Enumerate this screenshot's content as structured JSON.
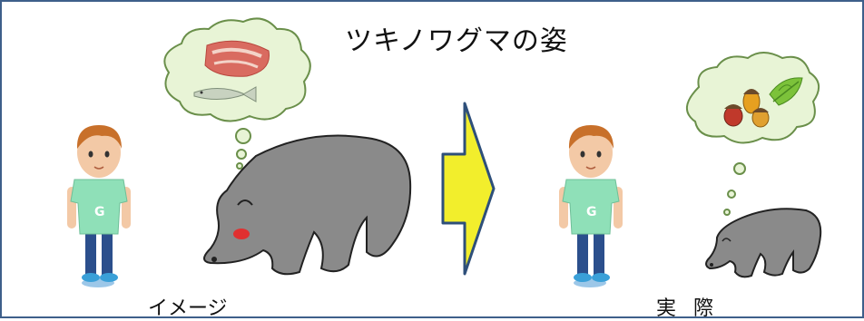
{
  "title": "ツキノワグマの姿",
  "labels": {
    "image": "イメージ",
    "actual": "実 際"
  },
  "colors": {
    "frame_border": "#3e5f8a",
    "thought_bubble_fill": "#e8f4d6",
    "thought_bubble_stroke": "#6a8f4a",
    "bear_fill": "#8a8a8a",
    "arrow_fill": "#f2ee2c",
    "arrow_stroke": "#2e4f7a",
    "boy_shirt": "#8fe0b8",
    "boy_pants": "#2b4f8c",
    "boy_hair": "#c8702a",
    "mouth_red": "#e03030"
  },
  "icons": {
    "left_bubble_items": [
      "meat-icon",
      "fish-icon"
    ],
    "right_bubble_items": [
      "acorn-icon",
      "leaf-icon"
    ],
    "shirt_letter": "G"
  }
}
